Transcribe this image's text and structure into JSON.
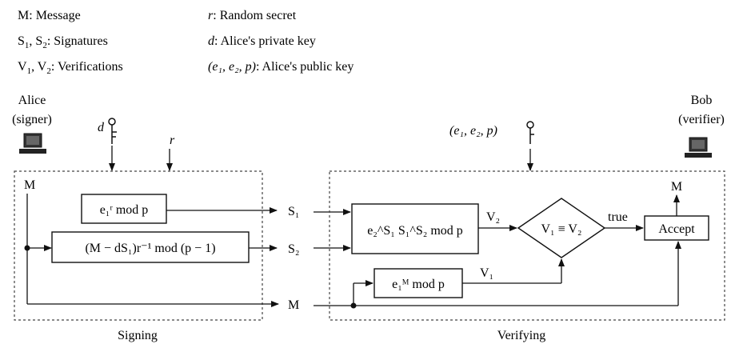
{
  "legend": {
    "left": [
      {
        "sym": "M",
        "sep": ": ",
        "desc": "Message"
      },
      {
        "sym": "S",
        "sub1": "1",
        "mid": ", S",
        "sub2": "2",
        "sep": ": ",
        "desc": "Signatures"
      },
      {
        "sym": "V",
        "sub1": "1",
        "mid": ", V",
        "sub2": "2",
        "sep": ": ",
        "desc": "Verifications"
      }
    ],
    "right": [
      {
        "sym": "r",
        "sep": ": ",
        "desc": "Random secret"
      },
      {
        "sym": "d",
        "sep": ": ",
        "desc": "Alice's private key"
      },
      {
        "sym": "(e₁, e₂, p)",
        "sep": ": ",
        "desc": "Alice's public key"
      }
    ]
  },
  "alice": {
    "name": "Alice",
    "role": "(signer)"
  },
  "bob": {
    "name": "Bob",
    "role": "(verifier)"
  },
  "inputs": {
    "private_key": "d",
    "random": "r",
    "public_key": "(e₁, e₂, p)"
  },
  "signing": {
    "caption": "Signing",
    "message": "M",
    "box1": "e₁ʳ mod p",
    "box2": "(M − dS₁)r⁻¹ mod (p − 1)"
  },
  "channel": {
    "s1": "S₁",
    "s2": "S₂",
    "m": "M"
  },
  "verifying": {
    "caption": "Verifying",
    "box_v2": "e₂^S₁ S₁^S₂ mod p",
    "box_v1": "e₁ᴹ mod p",
    "v2": "V₂",
    "v1": "V₁",
    "decision": "V₁ ≡ V₂",
    "true_label": "true",
    "accept": "Accept",
    "out_m": "M"
  }
}
